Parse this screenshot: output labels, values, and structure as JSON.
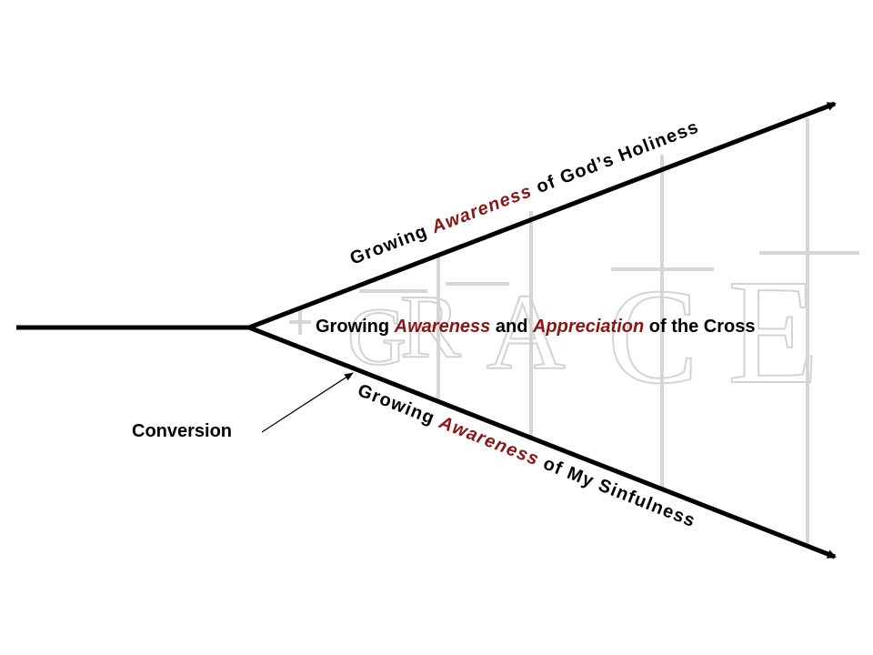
{
  "diagram": {
    "watermark": {
      "letters": [
        "G",
        "R",
        "A",
        "C",
        "E"
      ]
    },
    "labels": {
      "top_line": {
        "pre": "Growing ",
        "accent": "Awareness",
        "post": " of God’s Holiness"
      },
      "middle": {
        "pre": "Growing ",
        "accent1": "Awareness",
        "mid": " and ",
        "accent2": "Appreciation",
        "post": " of the Cross"
      },
      "bottom_line": {
        "pre": "Growing ",
        "accent": "Awareness",
        "post": " of My Sinfulness"
      },
      "conversion": "Conversion"
    },
    "colors": {
      "line": "#000000",
      "accent": "#8b1414",
      "watermark": "#d3d3d3"
    }
  }
}
